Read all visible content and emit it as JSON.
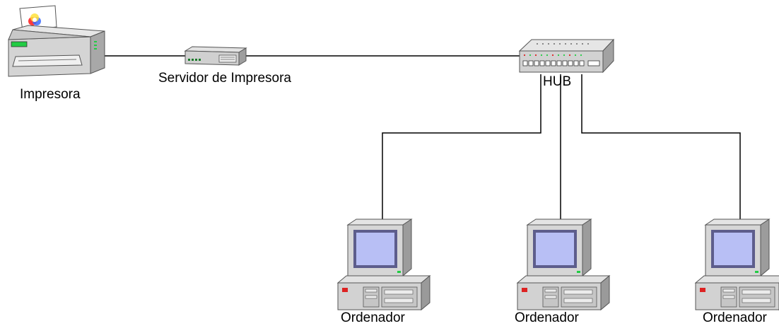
{
  "labels": {
    "printer": "Impresora",
    "print_server": "Servidor de Impresora",
    "hub": "HUB",
    "computer_1": "Ordenador",
    "computer_2": "Ordenador",
    "computer_3": "Ordenador"
  },
  "colors": {
    "line": "#000000",
    "device_light": "#d9d9d9",
    "device_mid": "#bfbfbf",
    "device_dark": "#8c8c8c",
    "screen": "#b8bff5",
    "screen_frame": "#5d5d8c",
    "led_green": "#22cc44",
    "led_red": "#dd2222"
  }
}
